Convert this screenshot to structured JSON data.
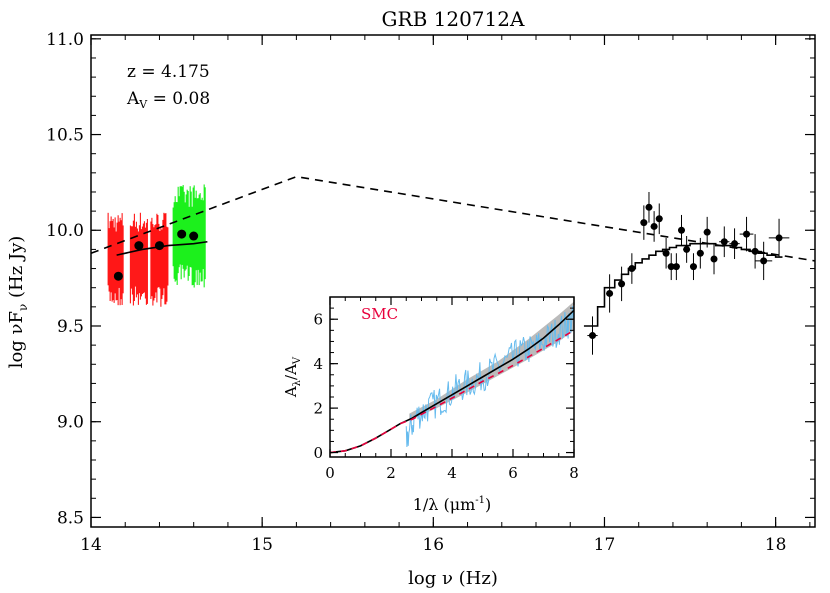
{
  "chart_data": [
    {
      "type": "line",
      "title": "GRB 120712A",
      "xlabel": "log ν (Hz)",
      "ylabel": "log νF",
      "ylabel_sub": "ν",
      "ylabel_unit": " (Hz Jy)",
      "xlim": [
        14.0,
        18.23
      ],
      "ylim": [
        8.45,
        11.02
      ],
      "x_ticks": [
        14,
        15,
        16,
        17,
        18
      ],
      "x_tick_labels": [
        "14",
        "15",
        "16",
        "17",
        "18"
      ],
      "y_ticks": [
        8.5,
        9.0,
        9.5,
        10.0,
        10.5,
        11.0
      ],
      "y_tick_labels": [
        "8.5",
        "9.0",
        "9.5",
        "10.0",
        "10.5",
        "11.0"
      ],
      "annotations": [
        {
          "text": "z = 4.175",
          "main": "z = 4.175"
        },
        {
          "text": "A_V = 0.08",
          "main": "A",
          "sub": "V",
          "rest": " = 0.08"
        }
      ],
      "colors": {
        "axis": "#000000",
        "nir_spectrum": "#ff0000",
        "opt_spectrum": "#00ee00",
        "model": "#000000"
      },
      "series": [
        {
          "style": "dashed",
          "x": [
            14.0,
            15.2,
            18.23
          ],
          "y": [
            9.88,
            10.28,
            9.84
          ]
        },
        {
          "style": "solid",
          "x": [
            14.15,
            14.3,
            14.45,
            14.6,
            14.68
          ],
          "y": [
            9.87,
            9.9,
            9.92,
            9.93,
            9.94
          ]
        },
        {
          "style": "step",
          "x": [
            16.88,
            16.96,
            17.0,
            17.06,
            17.1,
            17.14,
            17.18,
            17.22,
            17.26,
            17.3,
            17.34,
            17.38,
            17.42,
            17.46,
            17.5,
            17.55,
            17.6,
            17.65,
            17.7,
            17.75,
            17.8,
            17.85,
            17.9,
            17.95,
            18.0
          ],
          "y": [
            9.5,
            9.6,
            9.7,
            9.74,
            9.77,
            9.8,
            9.83,
            9.85,
            9.87,
            9.89,
            9.9,
            9.91,
            9.92,
            9.92,
            9.93,
            9.93,
            9.93,
            9.92,
            9.92,
            9.91,
            9.9,
            9.89,
            9.88,
            9.87,
            9.86
          ]
        },
        {
          "style": "points",
          "x": [
            14.16,
            14.28,
            14.4,
            14.53,
            14.6
          ],
          "y": [
            9.76,
            9.92,
            9.92,
            9.98,
            9.97
          ]
        },
        {
          "style": "errorbar_points",
          "x": [
            16.93,
            17.03,
            17.1,
            17.16,
            17.23,
            17.26,
            17.29,
            17.32,
            17.36,
            17.39,
            17.42,
            17.45,
            17.48,
            17.52,
            17.56,
            17.6,
            17.64,
            17.7,
            17.76,
            17.83,
            17.88,
            17.93,
            18.02
          ],
          "y": [
            9.45,
            9.67,
            9.72,
            9.8,
            10.04,
            10.12,
            10.02,
            10.06,
            9.88,
            9.81,
            9.81,
            10.0,
            9.9,
            9.81,
            9.88,
            9.99,
            9.85,
            9.94,
            9.93,
            9.98,
            9.89,
            9.84,
            9.96
          ],
          "yerr": [
            0.1,
            0.1,
            0.09,
            0.08,
            0.09,
            0.08,
            0.08,
            0.08,
            0.08,
            0.07,
            0.07,
            0.08,
            0.07,
            0.07,
            0.08,
            0.08,
            0.08,
            0.08,
            0.08,
            0.09,
            0.09,
            0.1,
            0.1
          ],
          "xerr": [
            0.03,
            0.02,
            0.02,
            0.02,
            0.02,
            0.02,
            0.02,
            0.02,
            0.02,
            0.02,
            0.02,
            0.02,
            0.02,
            0.02,
            0.02,
            0.02,
            0.02,
            0.03,
            0.03,
            0.04,
            0.04,
            0.05,
            0.06
          ]
        },
        {
          "style": "spectrum_bands",
          "bands": [
            {
              "x": [
                14.1,
                14.19
              ],
              "ymin": 9.6,
              "ymax": 10.1,
              "color": "red"
            },
            {
              "x": [
                14.23,
                14.33
              ],
              "ymin": 9.6,
              "ymax": 10.1,
              "color": "red"
            },
            {
              "x": [
                14.35,
                14.45
              ],
              "ymin": 9.6,
              "ymax": 10.1,
              "color": "red"
            },
            {
              "x": [
                14.48,
                14.67
              ],
              "ymin": 9.7,
              "ymax": 10.24,
              "color": "green"
            }
          ]
        }
      ]
    },
    {
      "type": "line",
      "inset": true,
      "xlabel": "1/λ (μm",
      "xlabel_sup": "-1",
      "xlabel_end": ")",
      "ylabel": "A",
      "ylabel_sub1": "λ",
      "ylabel_mid": "/A",
      "ylabel_sub2": "V",
      "xlim": [
        0,
        8
      ],
      "ylim": [
        -0.2,
        7.0
      ],
      "x_ticks": [
        0,
        2,
        4,
        6,
        8
      ],
      "x_tick_labels": [
        "0",
        "2",
        "4",
        "6",
        "8"
      ],
      "y_ticks": [
        0,
        2,
        4,
        6
      ],
      "y_tick_labels": [
        "0",
        "2",
        "4",
        "6"
      ],
      "legend": [
        {
          "text": "SMC",
          "color": "#e8003c"
        }
      ],
      "colors": {
        "observed": "#66bbee",
        "band": "#bbbbbb",
        "fit": "#000000",
        "smc": "#e8003c"
      },
      "series": [
        {
          "style": "solid",
          "x": [
            0,
            0.5,
            1.0,
            1.5,
            2.0,
            2.3,
            2.7,
            3.0,
            3.5,
            4.0,
            4.5,
            5.0,
            5.5,
            6.0,
            6.5,
            7.0,
            7.5,
            8.0
          ],
          "y": [
            0,
            0.08,
            0.3,
            0.65,
            1.05,
            1.3,
            1.55,
            1.8,
            2.2,
            2.6,
            3.0,
            3.4,
            3.8,
            4.2,
            4.65,
            5.15,
            5.75,
            6.4
          ]
        },
        {
          "style": "dashed",
          "name": "SMC",
          "x": [
            0,
            0.5,
            1.0,
            1.5,
            2.0,
            2.3,
            2.7,
            3.0,
            3.5,
            4.0,
            4.5,
            5.0,
            5.5,
            6.0,
            6.5,
            7.0,
            7.5,
            8.0
          ],
          "y": [
            0,
            0.08,
            0.3,
            0.65,
            1.05,
            1.3,
            1.5,
            1.72,
            2.08,
            2.45,
            2.82,
            3.2,
            3.55,
            3.92,
            4.3,
            4.7,
            5.1,
            5.5
          ]
        },
        {
          "style": "band",
          "x": [
            2.6,
            3.5,
            4.5,
            5.5,
            6.5,
            7.5,
            8.0
          ],
          "ylow": [
            1.45,
            2.0,
            2.7,
            3.45,
            4.2,
            5.0,
            5.5
          ],
          "yhigh": [
            1.75,
            2.4,
            3.3,
            4.1,
            5.1,
            6.2,
            6.8
          ]
        },
        {
          "style": "noisy_spectrum",
          "x": [
            2.5,
            2.8,
            3.2,
            3.7,
            4.2,
            4.7,
            5.2,
            5.7,
            6.2,
            6.7,
            7.2,
            7.7,
            8.0
          ],
          "y": [
            0.6,
            1.6,
            2.0,
            2.4,
            2.9,
            3.2,
            3.6,
            4.0,
            4.5,
            4.7,
            5.2,
            5.7,
            6.0
          ]
        }
      ]
    }
  ]
}
